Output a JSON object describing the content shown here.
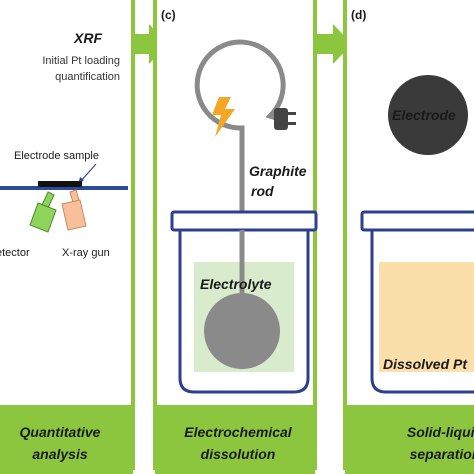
{
  "panels": [
    {
      "id": "b",
      "method": "XRF",
      "method_desc": [
        "Initial Pt loading",
        "quantification"
      ],
      "sample_label": "Electrode sample",
      "detector_label": "etector",
      "gun_label": "X-ray gun",
      "footer": [
        "Quantitative",
        "analysis"
      ]
    },
    {
      "id": "c",
      "tag": "(c)",
      "rod_label": [
        "Graphite",
        "rod"
      ],
      "electrolyte_label": "Electrolyte",
      "footer": [
        "Electrochemical",
        "dissolution"
      ]
    },
    {
      "id": "d",
      "tag": "(d)",
      "electrode_label": "Electrode",
      "solution_label": "Dissolved Pt",
      "footer": [
        "Solid-liquid",
        "separation"
      ]
    }
  ],
  "icons": [
    "arrow-right-icon",
    "arrow-right-icon",
    "lightning-bolt-icon",
    "power-plug-icon"
  ],
  "colors": {
    "panel_border": "#8cc63f",
    "footer_fill": "#8cc63f",
    "arrow": "#8cc63f",
    "container": "#2e3f8f",
    "electrolyte": "#d8ebcc",
    "dissolved": "#fbdfab",
    "bolt": "#f5a623",
    "detector": "#8ed45a",
    "xray_gun": "#f7c09a"
  }
}
